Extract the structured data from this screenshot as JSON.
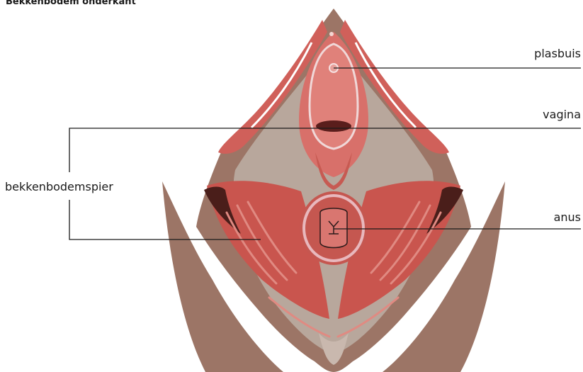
{
  "title": "Bekkenbodem onderkant",
  "labels": {
    "urethra": "plasbuis",
    "vagina": "vagina",
    "anus": "anus",
    "pelvic_floor_muscle": "bekkenbodemspier"
  },
  "colors": {
    "skin": "#9c7566",
    "skin_dark": "#8a6656",
    "muscle": "#d0605a",
    "muscle_dark": "#b94840",
    "muscle_light": "#e0817a",
    "ring": "#e8b8bd",
    "fascia": "#b8a79c",
    "leader_line": "#1a1a1a"
  }
}
